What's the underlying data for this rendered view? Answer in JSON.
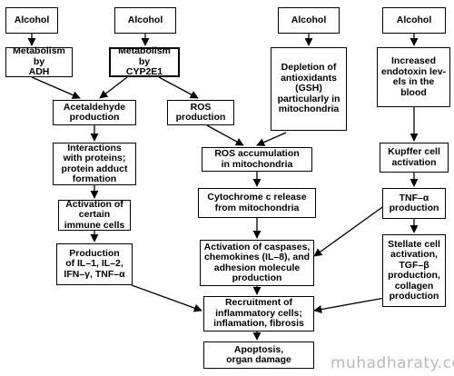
{
  "nodes": {
    "alcohol_1": "Alcohol",
    "alcohol_2": "Alcohol",
    "alcohol_3": "Alcohol",
    "alcohol_4": "Alcohol",
    "metabolism_adh": "Metabolism by\nADH",
    "metabolism_cyp2e1": "Metabolism by\nCYP2E1",
    "depletion_antioxidants": "Depletion of\nantioxidants\n(GSH)\nparticularly in\nmitochondria",
    "increased_endotoxin": "Increased\nendotoxin lev-\nels in the\nblood",
    "acetaldehyde_production": "Acetaldehyde\nproduction",
    "ros_production": "ROS\nproduction",
    "interactions_proteins": "Interactions\nwith proteins;\nprotein adduct\nformation",
    "ros_accumulation": "ROS accumulation\nin mitochondria",
    "kupffer_activation": "Kupffer cell\nactivation",
    "activation_immune_cells": "Activation of\ncertain\nimmune cells",
    "cytochrome_release": "Cytochrome c release\nfrom mitochondria",
    "tnf_production": "TNF–α\nproduction",
    "production_interleukins": "Production\nof IL–1, IL–2,\nIFN–γ, TNF–α",
    "activation_caspases": "Activation of caspases,\nchemokines (IL–8), and\nadhesion molecule\nproduction",
    "stellate_activation": "Stellate cell\nactivation,\nTGF–β\nproduction,\ncollagen\nproduction",
    "recruitment_inflammatory": "Recruitment of\ninflammatory cells;\ninflamation, fibrosis",
    "apoptosis_organ_damage": "Apoptosis,\norgan damage"
  },
  "watermark": "muhadharaty.com"
}
